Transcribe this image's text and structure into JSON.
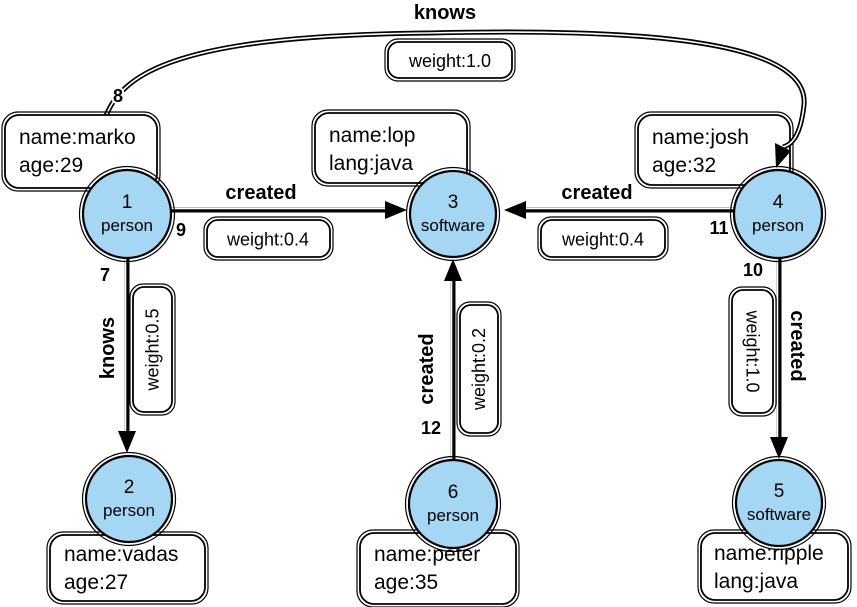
{
  "colors": {
    "node_fill": "#A5D6F3",
    "line": "#000000",
    "box_fill": "#FFFFFF",
    "text": "#000000",
    "background": "#FFFFFF"
  },
  "nodes": [
    {
      "id": "1",
      "label": "person",
      "prop1": "name:marko",
      "prop2": "age:29"
    },
    {
      "id": "2",
      "label": "person",
      "prop1": "name:vadas",
      "prop2": "age:27"
    },
    {
      "id": "3",
      "label": "software",
      "prop1": "name:lop",
      "prop2": "lang:java"
    },
    {
      "id": "4",
      "label": "person",
      "prop1": "name:josh",
      "prop2": "age:32"
    },
    {
      "id": "5",
      "label": "software",
      "prop1": "name:ripple",
      "prop2": "lang:java"
    },
    {
      "id": "6",
      "label": "person",
      "prop1": "name:peter",
      "prop2": "age:35"
    }
  ],
  "edges": [
    {
      "id": "7",
      "label": "knows",
      "weight_label": "weight:0.5",
      "from": "1",
      "to": "2"
    },
    {
      "id": "8",
      "label": "knows",
      "weight_label": "weight:1.0",
      "from": "1",
      "to": "4"
    },
    {
      "id": "9",
      "label": "created",
      "weight_label": "weight:0.4",
      "from": "1",
      "to": "3"
    },
    {
      "id": "10",
      "label": "created",
      "weight_label": "weight:1.0",
      "from": "4",
      "to": "5"
    },
    {
      "id": "11",
      "label": "created",
      "weight_label": "weight:0.4",
      "from": "4",
      "to": "3"
    },
    {
      "id": "12",
      "label": "created",
      "weight_label": "weight:0.2",
      "from": "6",
      "to": "3"
    }
  ]
}
